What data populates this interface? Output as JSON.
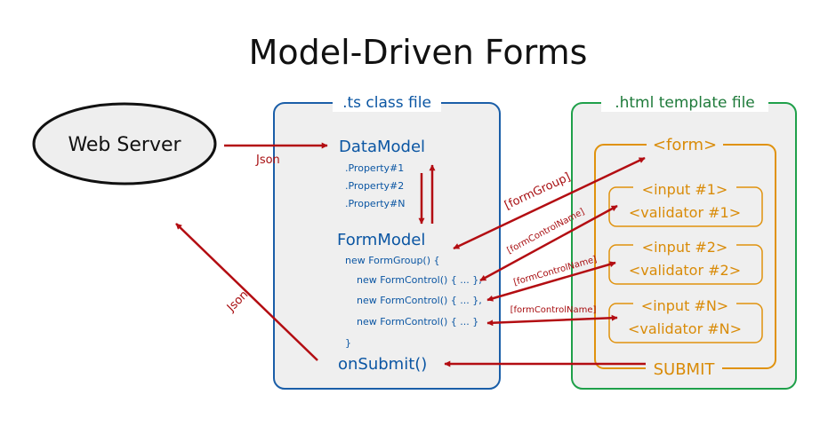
{
  "title": "Model-Driven Forms",
  "web_server": {
    "label": "Web Server"
  },
  "ts_box": {
    "label": ".ts class file",
    "data_model": "DataModel",
    "properties": [
      ".Property#1",
      ".Property#2",
      ".Property#N"
    ],
    "form_model": "FormModel",
    "form_group_open": "new FormGroup() {",
    "form_controls": [
      "new FormControl() { ... },",
      "new FormControl() { ... },",
      "new FormControl() { ... }"
    ],
    "form_group_close": "}",
    "on_submit": "onSubmit()"
  },
  "html_box": {
    "label": ".html template file",
    "form_tag": "<form>",
    "inputs": [
      {
        "input": "<input #1>",
        "validator": "<validator #1>"
      },
      {
        "input": "<input #2>",
        "validator": "<validator #2>"
      },
      {
        "input": "<input #N>",
        "validator": "<validator #N>"
      }
    ],
    "submit": "SUBMIT"
  },
  "arrow_labels": {
    "json_in": "Json",
    "json_out": "Json",
    "form_group": "[formGroup]",
    "form_control_name": "[formControlName]"
  },
  "colors": {
    "ts_border": "#1a5ea8",
    "ts_text": "#0b56a3",
    "html_border": "#1fa04a",
    "html_text": "#d98b08",
    "arrow": "#b30d12",
    "box_fill": "#efefef"
  }
}
